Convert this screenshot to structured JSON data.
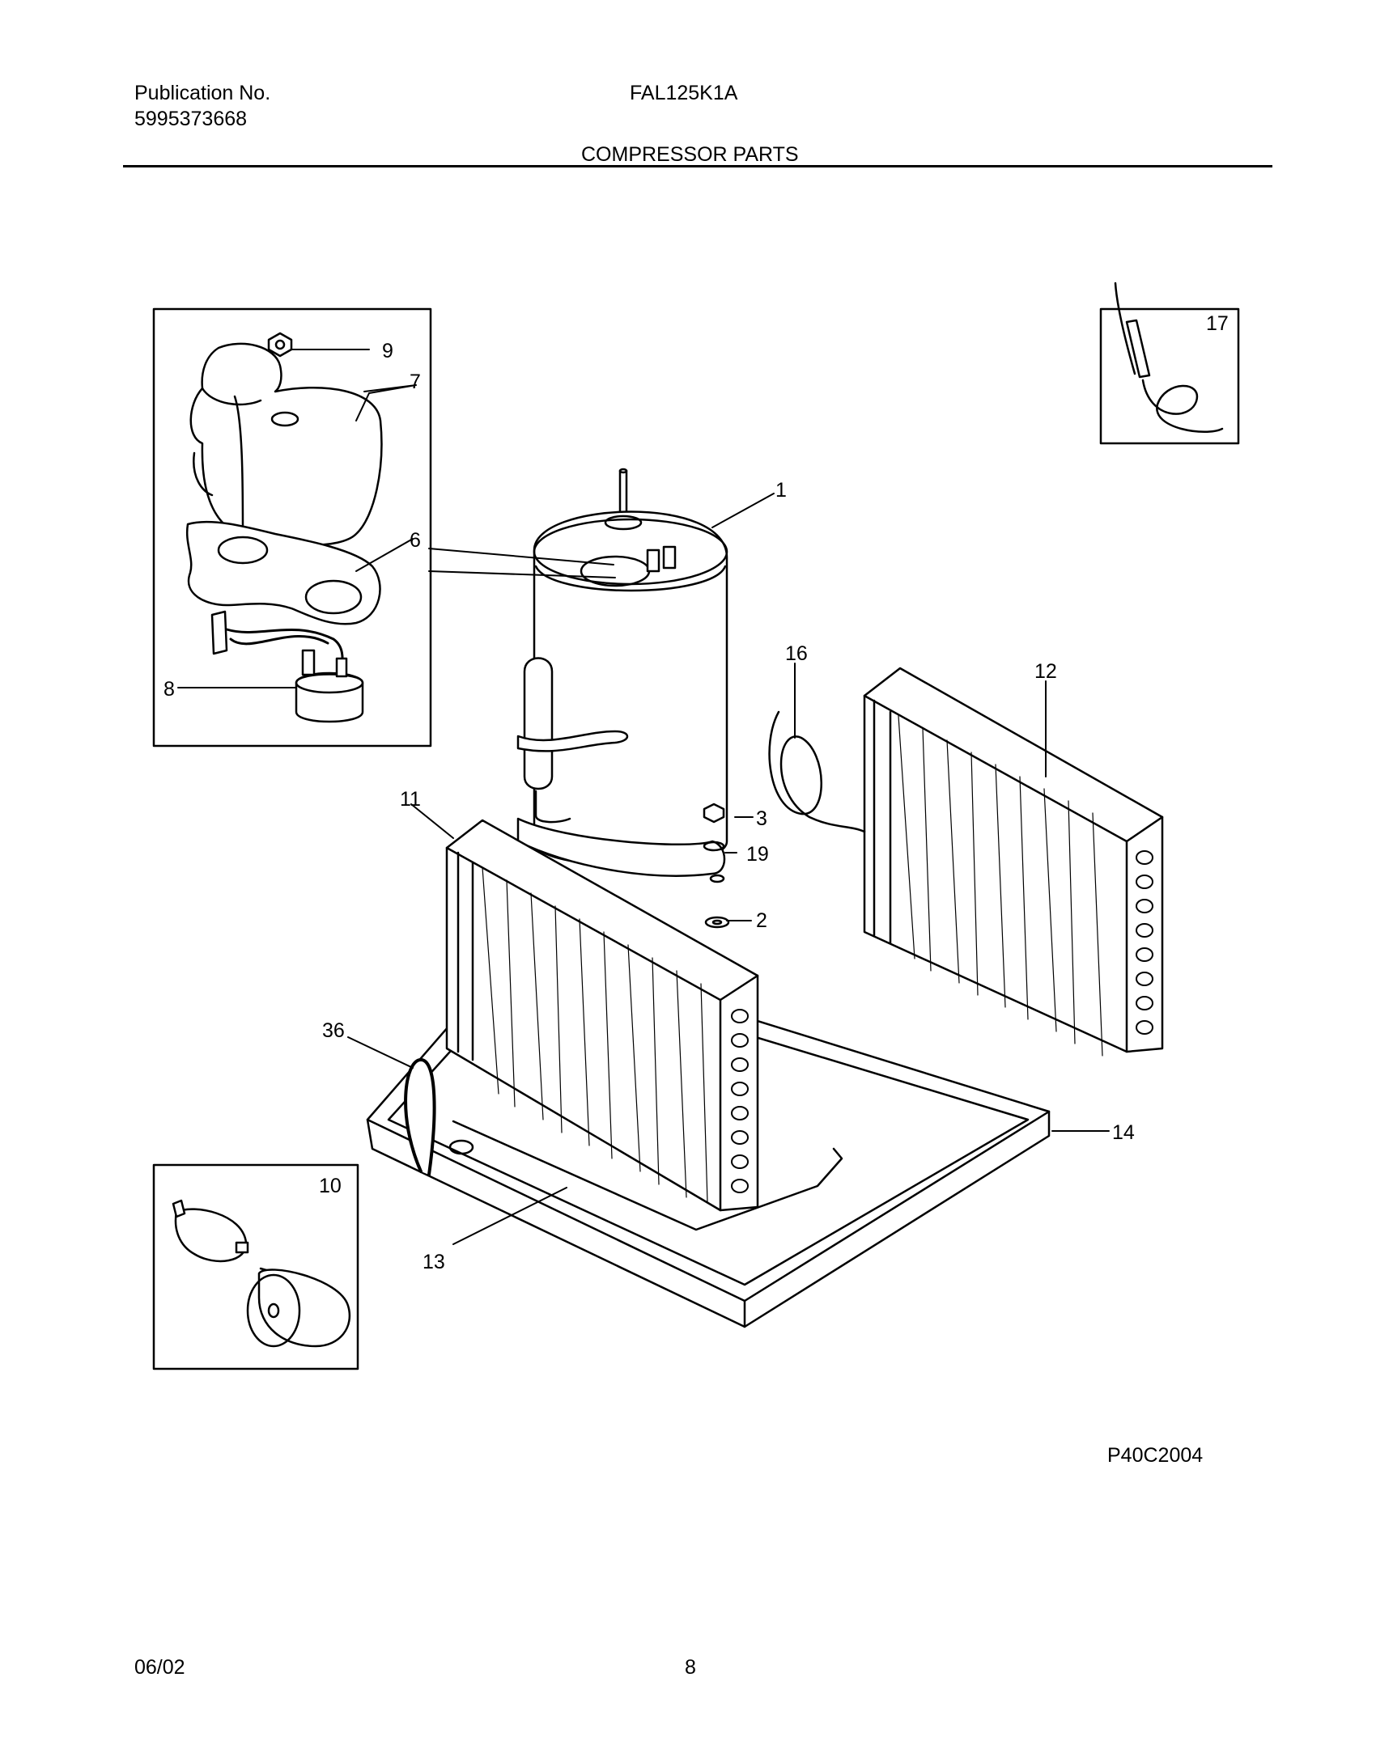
{
  "header": {
    "publication_label": "Publication No.",
    "publication_number": "5995373668",
    "model": "FAL125K1A",
    "section_title": "COMPRESSOR PARTS"
  },
  "callouts": {
    "c1": "1",
    "c2": "2",
    "c3": "3",
    "c6": "6",
    "c7": "7",
    "c8": "8",
    "c9": "9",
    "c10": "10",
    "c11": "11",
    "c12": "12",
    "c13": "13",
    "c14": "14",
    "c16": "16",
    "c17": "17",
    "c19": "19",
    "c36": "36"
  },
  "footer": {
    "drawing_code": "P40C2004",
    "date": "06/02",
    "page": "8"
  }
}
